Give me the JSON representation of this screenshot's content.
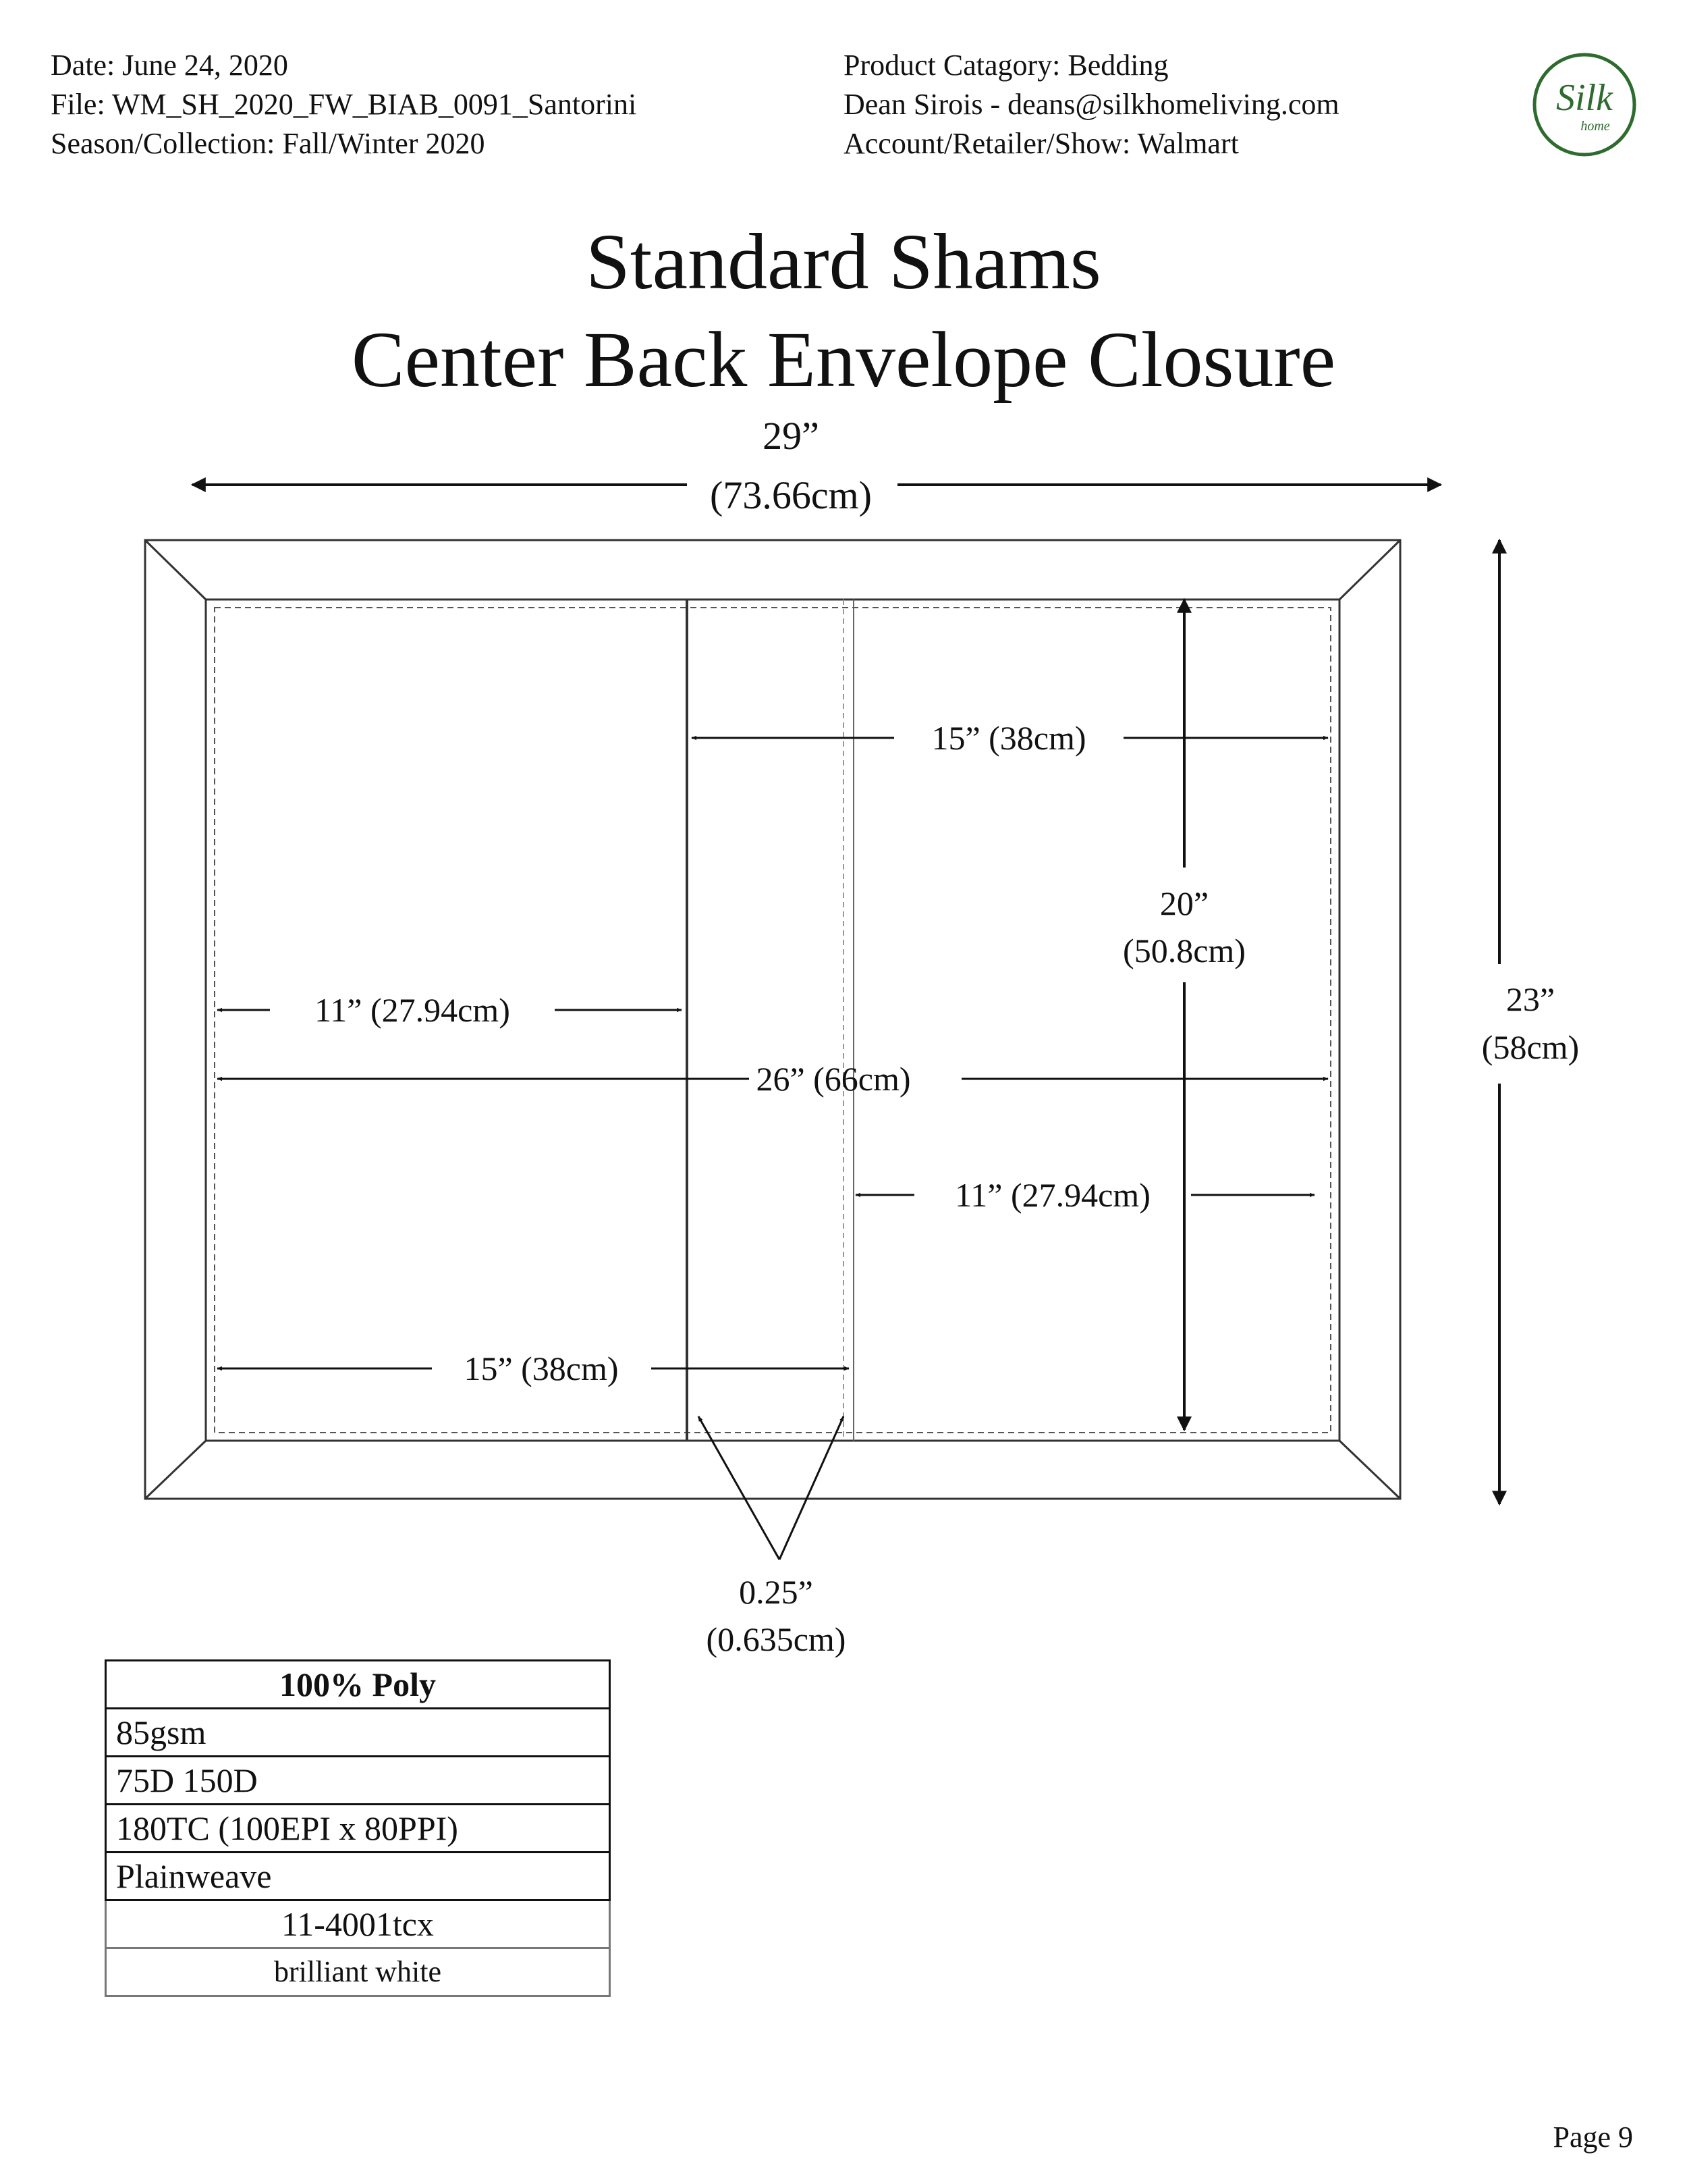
{
  "header": {
    "date": "Date: June 24, 2020",
    "file": "File: WM_SH_2020_FW_BIAB_0091_Santorini",
    "season": "Season/Collection: Fall/Winter 2020",
    "category": "Product Catagory: Bedding",
    "contact": "Dean Sirois - deans@silkhomeliving.com",
    "account": "Account/Retailer/Show: Walmart"
  },
  "logo": {
    "brand": "Silk",
    "sub": "home",
    "color": "#2e6b2e",
    "accent": "#e0a080"
  },
  "title": {
    "line1": "Standard Shams",
    "line2": "Center Back Envelope Closure"
  },
  "dimensions": {
    "overall_width": {
      "inches": "29”",
      "cm": "(73.66cm)"
    },
    "overall_height": {
      "inches": "23”",
      "cm": "(58cm)"
    },
    "inner_height": {
      "inches": "20”",
      "cm": "(50.8cm)"
    },
    "right_panel_width": "15” (38cm)",
    "left_flap_width": "11” (27.94cm)",
    "inner_width": "26” (66cm)",
    "right_flap_width": "11” (27.94cm)",
    "left_panel_width": "15” (38cm)",
    "seam_allowance": {
      "inches": "0.25”",
      "cm": "(0.635cm)"
    }
  },
  "specs": {
    "material": "100% Poly",
    "weight": "85gsm",
    "denier": "75D  150D",
    "thread_count": "180TC (100EPI x 80PPI)",
    "weave": "Plainweave",
    "color_code": "11-4001tcx",
    "color_name": "brilliant white"
  },
  "footer": {
    "page": "Page 9"
  }
}
